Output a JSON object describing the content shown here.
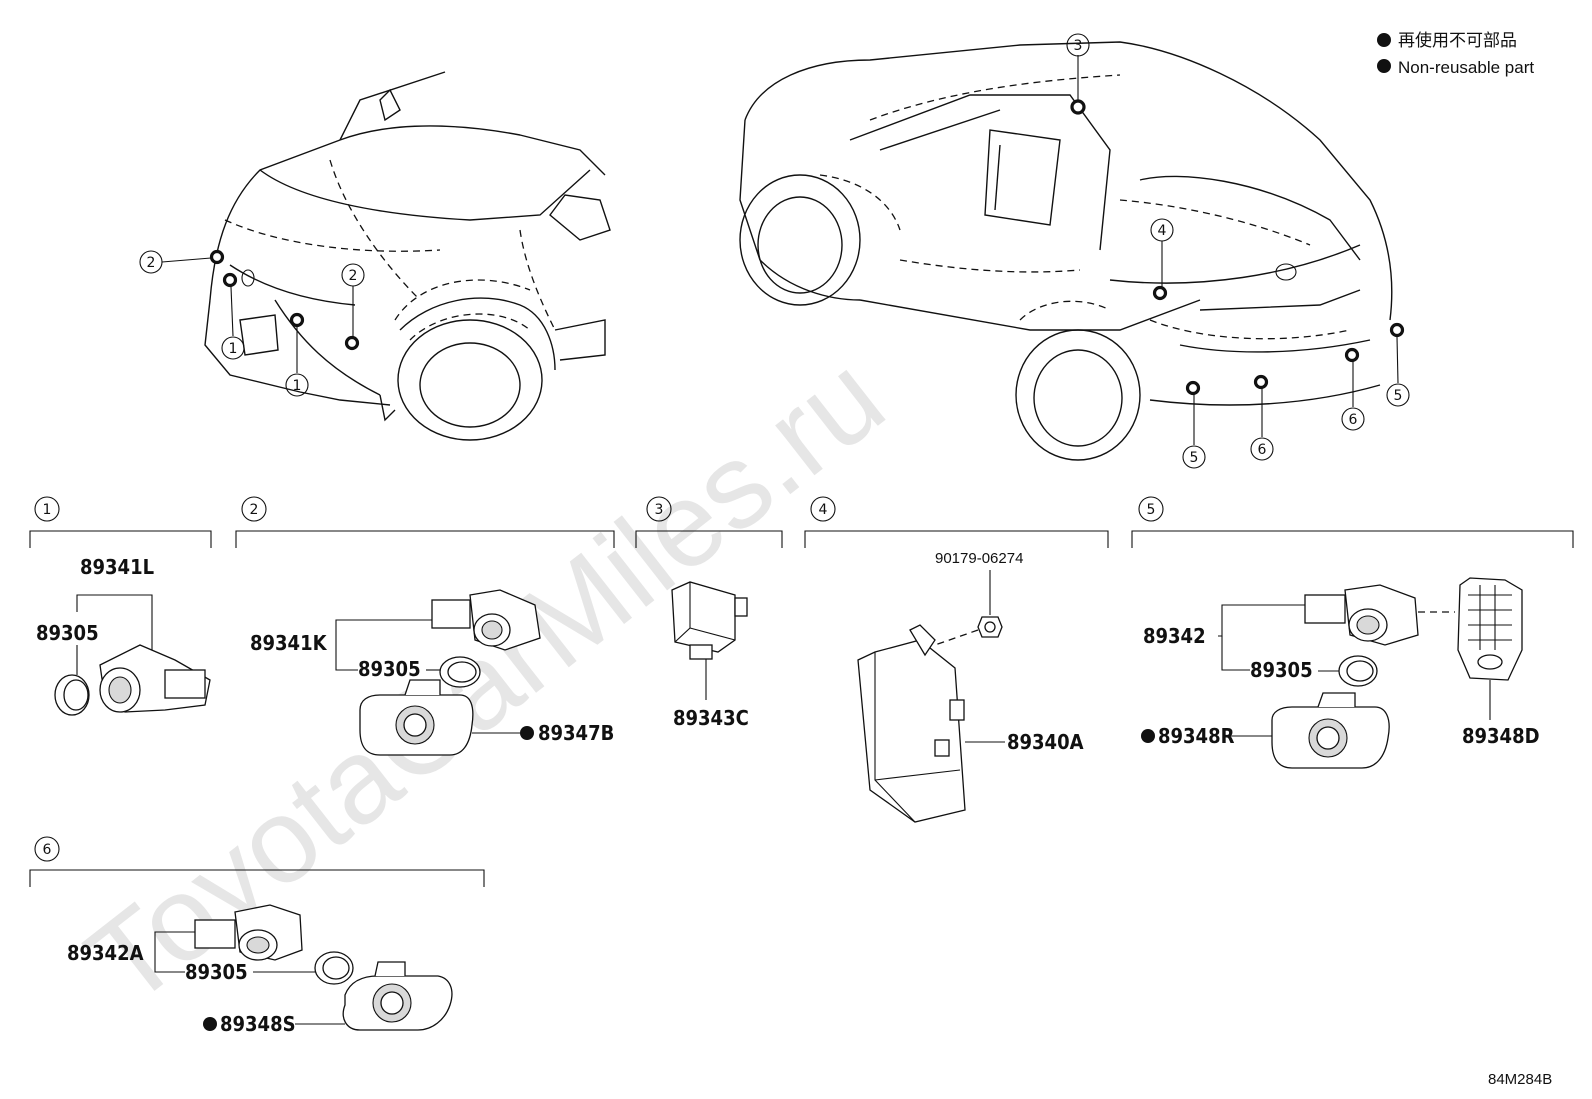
{
  "watermark": "ToyotaCarMiles.ru",
  "legend": {
    "line1": "再使用不可部品",
    "line2": "Non-reusable part"
  },
  "diagram_code": "84M284B",
  "callouts": {
    "c1": "1",
    "c2": "2",
    "c3": "3",
    "c4": "4",
    "c5": "5",
    "c6": "6"
  },
  "groups": {
    "g1": {
      "number": "1",
      "parts": {
        "sensor": "89341L",
        "retainer": "89305"
      }
    },
    "g2": {
      "number": "2",
      "parts": {
        "sensor": "89341K",
        "retainer": "89305",
        "holder": "89347B"
      }
    },
    "g3": {
      "number": "3",
      "parts": {
        "relay": "89343C"
      }
    },
    "g4": {
      "number": "4",
      "parts": {
        "nut": "90179-06274",
        "ecu": "89340A"
      }
    },
    "g5": {
      "number": "5",
      "parts": {
        "sensor": "89342",
        "retainer": "89305",
        "holder": "89348R",
        "bracket": "89348D"
      }
    },
    "g6": {
      "number": "6",
      "parts": {
        "sensor": "89342A",
        "retainer": "89305",
        "holder": "89348S"
      }
    }
  }
}
